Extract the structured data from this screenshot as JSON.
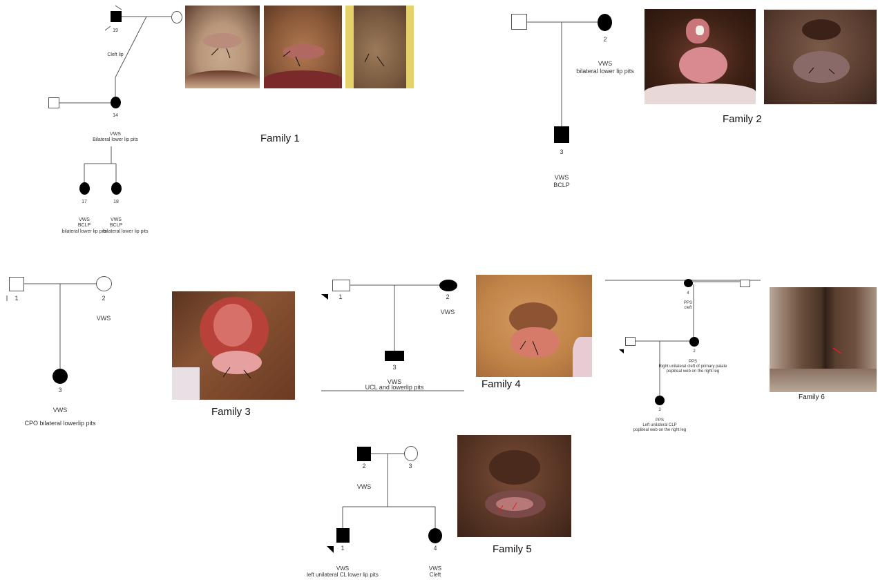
{
  "family1": {
    "label": "Family 1",
    "ind19": "19",
    "ind14": "14",
    "ind17": "17",
    "ind18": "18",
    "cleft_lip": "Cleft lip",
    "ind14_note": [
      "VWS",
      "Bilateral lower lip pits"
    ],
    "ind17_note": [
      "VWS",
      "BCLP",
      "bilateral lower lip pits"
    ],
    "ind18_note": [
      "VWS",
      "BCLP",
      "bilateral lower lip pits"
    ]
  },
  "family2": {
    "label": "Family 2",
    "ind2": "2",
    "ind3": "3",
    "ind2_note": [
      "VWS",
      "bilateral lower lip pits"
    ],
    "ind3_note": [
      "VWS",
      "BCLP"
    ]
  },
  "family3": {
    "label": "Family 3",
    "ind1": "1",
    "ind2": "2",
    "ind3": "3",
    "ind2_note": "VWS",
    "ind3_note": [
      "VWS",
      "CPO bilateral lowerlip pits"
    ]
  },
  "family4": {
    "label": "Family 4",
    "ind1": "1",
    "ind2": "2",
    "ind3": "3",
    "ind2_note": "VWS",
    "ind3_note": [
      "VWS",
      "UCL and lowerlip pits"
    ]
  },
  "family5": {
    "label": "Family 5",
    "ind2": "2",
    "ind3": "3",
    "ind1": "1",
    "ind4": "4",
    "parents_note": "VWS",
    "ind1_note": [
      "VWS",
      "left unilateral CL lower lip pits"
    ],
    "ind4_note": [
      "VWS",
      "Cleft"
    ]
  },
  "family6": {
    "label": "Family 6",
    "ind4": "4",
    "ind2": "2",
    "ind3": "3",
    "ind4_note": [
      "PPS",
      "cleft"
    ],
    "ind2_note": [
      "PPS",
      "Right unilateral cleft of primary palate",
      "popliteal web on the right leg"
    ],
    "ind3_note": [
      "PPS",
      "Left unilateral CLP",
      "popliteal web on the right leg"
    ]
  },
  "colors": {
    "affected": "#000000",
    "line": "#555555",
    "photo_red": "#e02020"
  }
}
